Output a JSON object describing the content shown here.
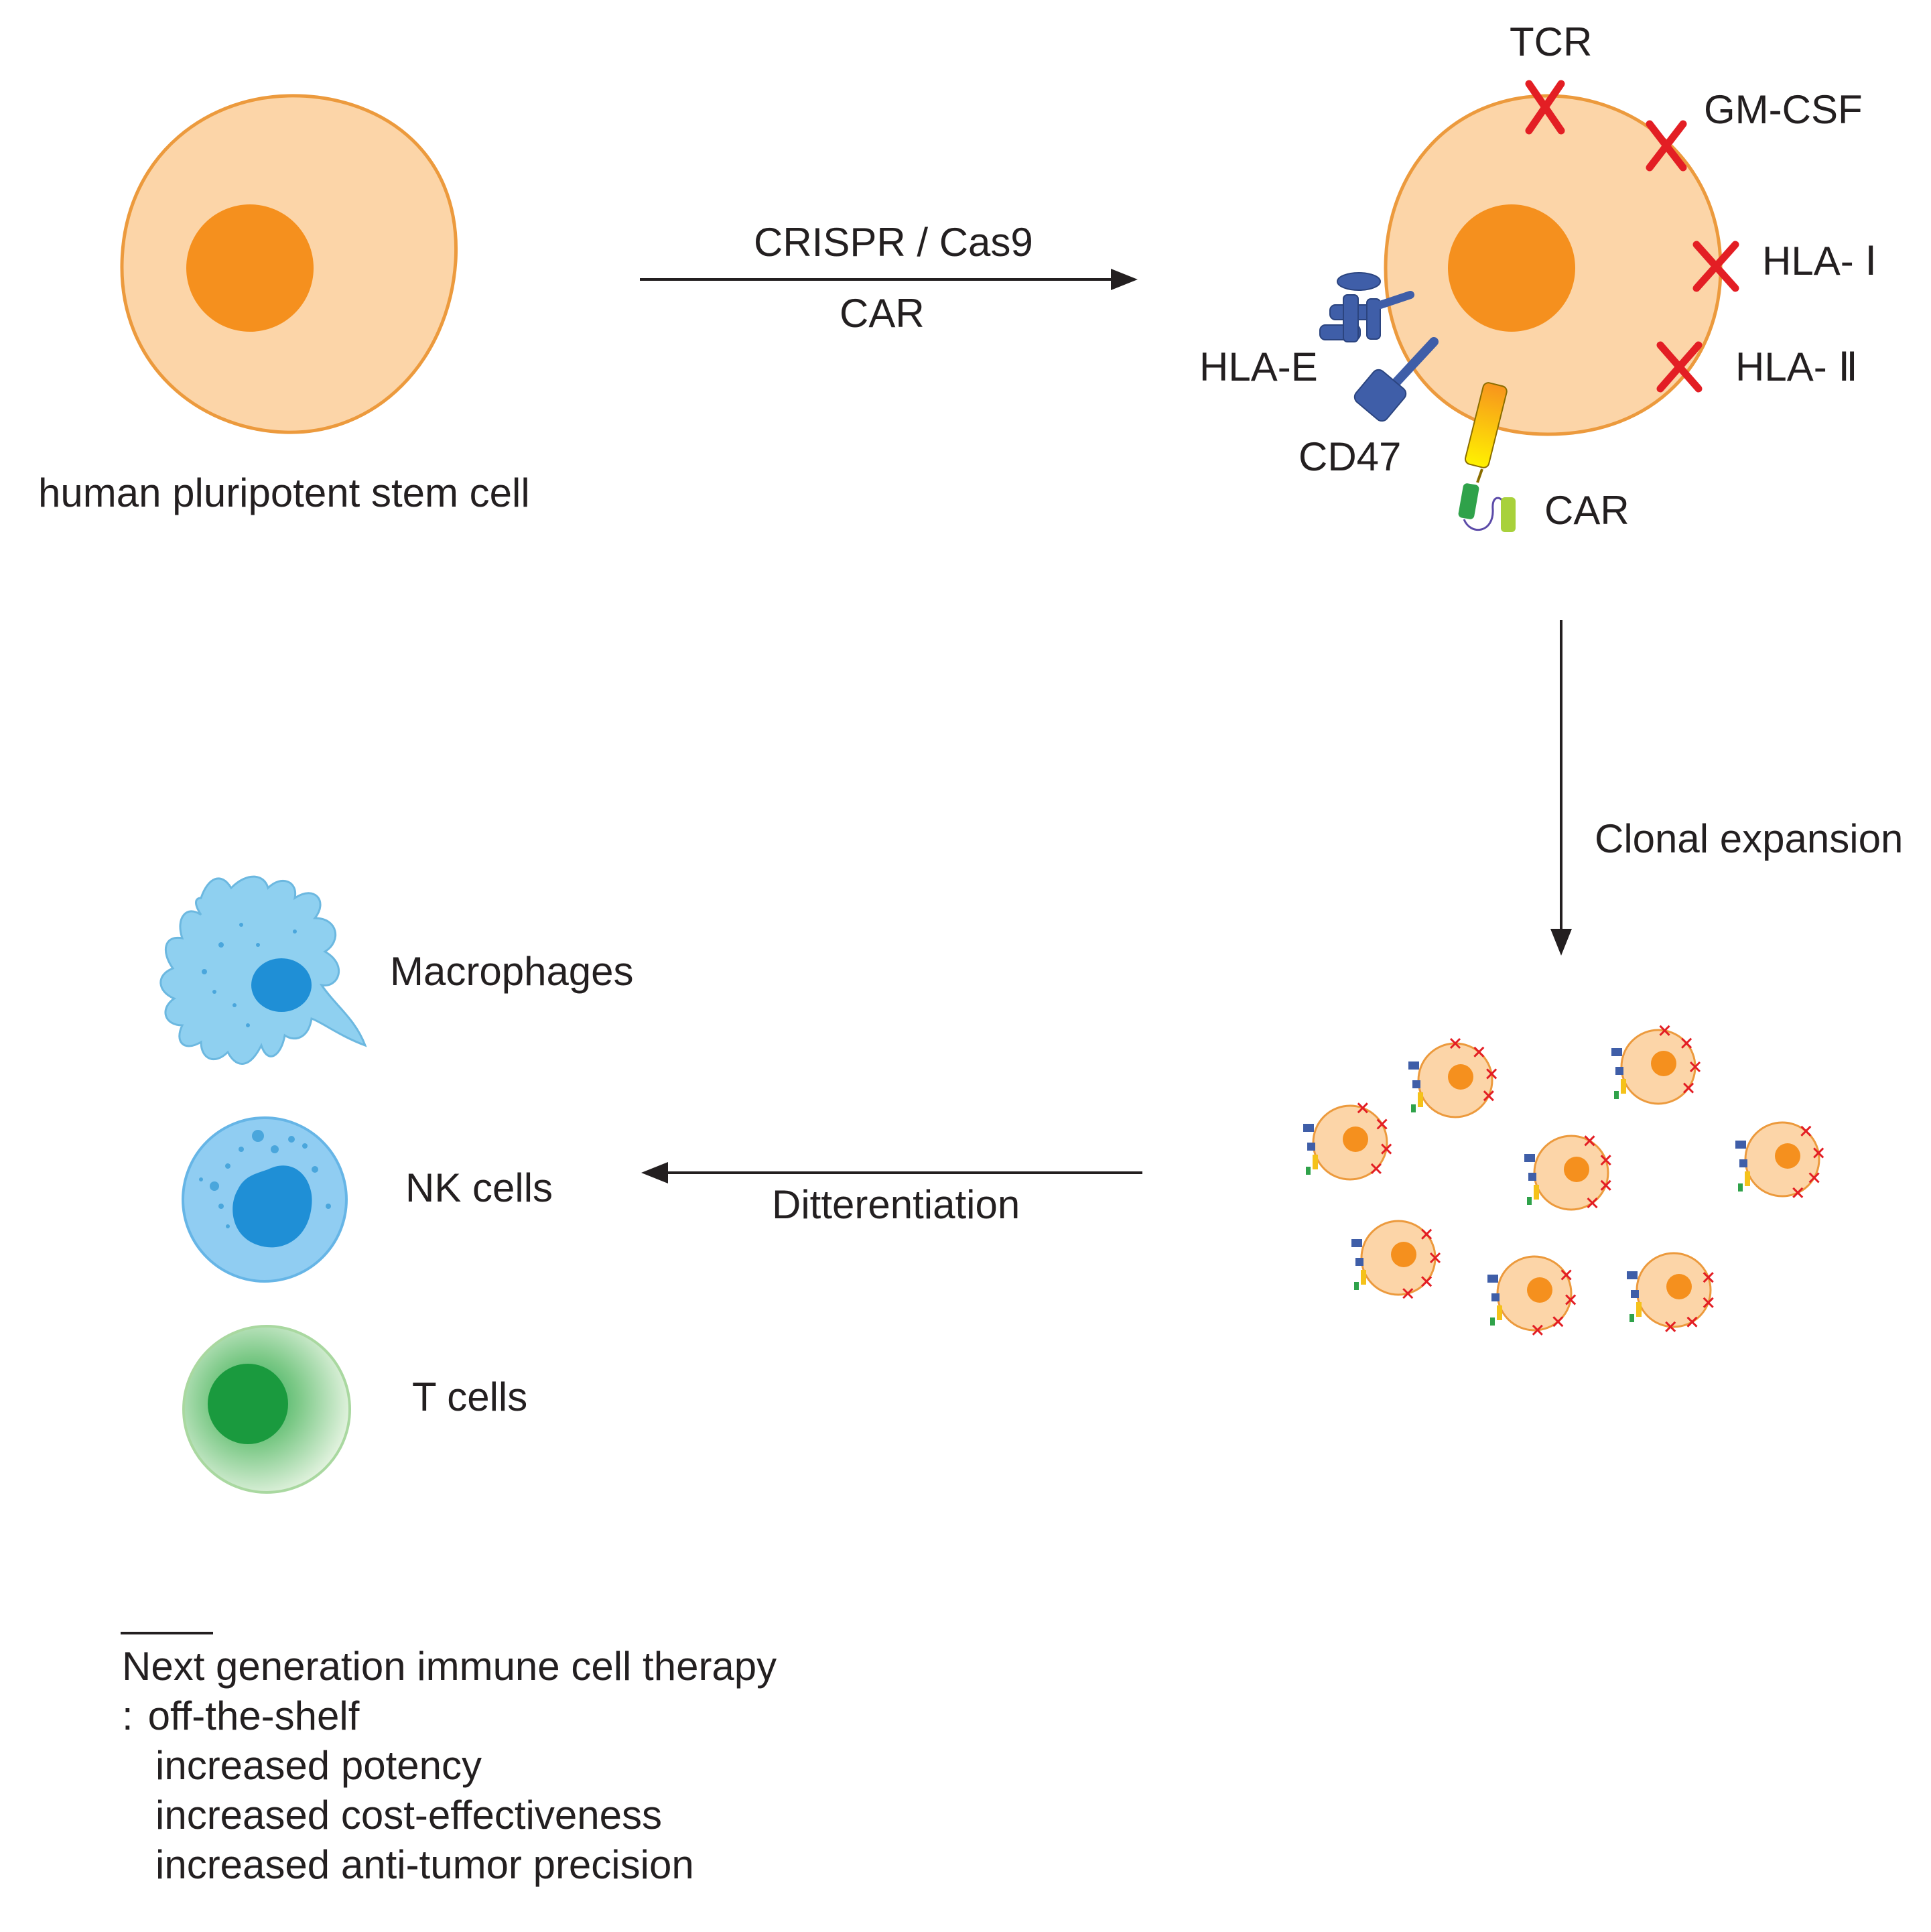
{
  "labels": {
    "stem_cell": "human pluripotent stem cell",
    "edit_top": "CRISPR / Cas9",
    "edit_bottom": "CAR",
    "knockouts": {
      "tcr": "TCR",
      "gmcsf": "GM-CSF",
      "hla1": "HLA- Ⅰ",
      "hla2": "HLA- Ⅱ"
    },
    "expressed": {
      "hlae": "HLA-E",
      "cd47": "CD47",
      "car": "CAR"
    },
    "clonal": "Clonal expansion",
    "differentiation": "Ditterentiation",
    "outputs": {
      "macrophages": "Macrophages",
      "nk": "NK cells",
      "t": "T cells"
    }
  },
  "footnote": {
    "title": "Next generation immune cell therapy",
    "colon": ":",
    "items": [
      "off-the-shelf",
      "increased potency",
      "increased cost-effectiveness",
      "increased anti-tumor precision"
    ]
  },
  "colors": {
    "cell_fill": "#fcd5a8",
    "cell_edge": "#ec9a3d",
    "nucleus": "#f5901e",
    "knockout_x": "#e31e24",
    "receptor_blue": "#3f5ea8",
    "macrophage": "#8fd0f0",
    "nk": "#90cdf2",
    "nucleus_blue": "#1f8fd6",
    "t_cell_edge": "#a9d8a0",
    "t_nucleus": "#1a9a3e",
    "arrow": "#231f20"
  }
}
